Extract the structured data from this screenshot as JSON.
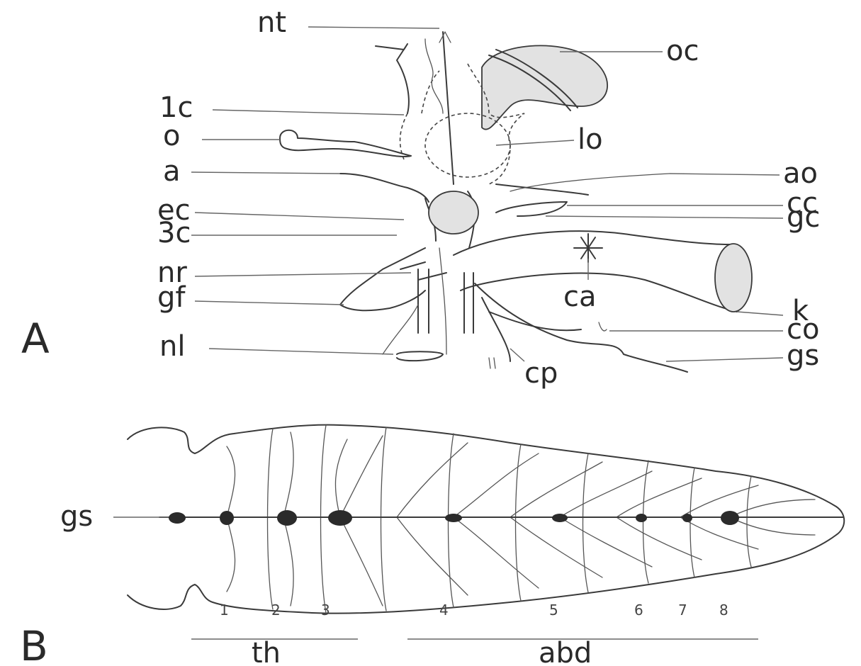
{
  "panel_a": {
    "letter": "A",
    "labels": {
      "nt": "nt",
      "oc": "oc",
      "1c": "1c",
      "o": "o",
      "lo": "lo",
      "a": "a",
      "ao": "ao",
      "ec": "ec",
      "cc": "cc",
      "3c": "3c",
      "gc": "gc",
      "nr": "nr",
      "gf": "gf",
      "ca": "ca",
      "k": "k",
      "nl": "nl",
      "co": "co",
      "gs": "gs",
      "cp": "cp"
    }
  },
  "panel_b": {
    "letter": "B",
    "gs": "gs",
    "segments": [
      "1",
      "2",
      "3",
      "4",
      "5",
      "6",
      "7",
      "8"
    ],
    "thorax": "th",
    "abdomen": "abd"
  }
}
